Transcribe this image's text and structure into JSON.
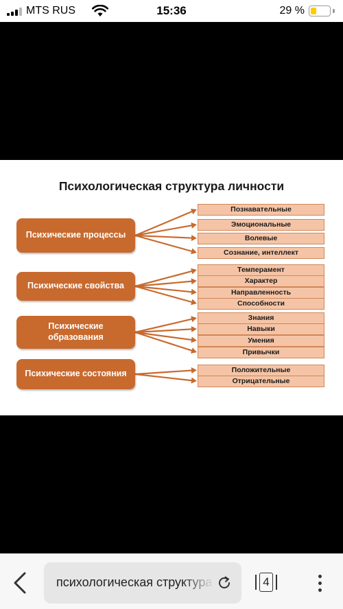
{
  "status_bar": {
    "carrier": "MTS RUS",
    "time": "15:36",
    "battery_percent": "29 %",
    "battery_color": "#ffcc00"
  },
  "diagram": {
    "title": "Психологическая структура личности",
    "accent_color": "#c86a2e",
    "item_color": "#f5c4a6",
    "groups": [
      {
        "label": "Психические процессы",
        "items": [
          "Познавательные",
          "Эмоциональные",
          "Волевые",
          "Сознание, интеллект"
        ]
      },
      {
        "label": "Психические свойства",
        "items": [
          "Темперамент",
          "Характер",
          "Направленность",
          "Способности"
        ]
      },
      {
        "label": "Психические образования",
        "items": [
          "Знания",
          "Навыки",
          "Умения",
          "Привычки"
        ]
      },
      {
        "label": "Психические состояния",
        "items": [
          "Положительные",
          "Отрицательные"
        ]
      }
    ]
  },
  "browser": {
    "url_text": "психологическая структура личности",
    "tab_count": "4",
    "icons": [
      "back-chevron-icon",
      "reload-icon",
      "tabs-icon",
      "more-vertical-icon"
    ]
  }
}
